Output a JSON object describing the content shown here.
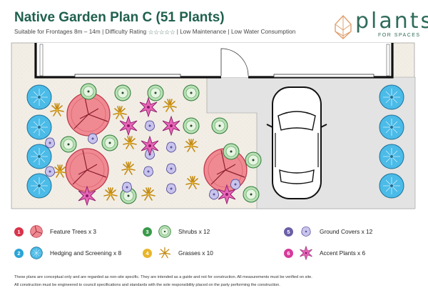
{
  "header": {
    "title": "Native Garden Plan C (51 Plants)",
    "subtitle_left": "Suitable for Frontages 8m – 14m  |  Difficulty Rating",
    "difficulty_stars": "☆☆☆☆☆",
    "subtitle_right": "|  Low Maintenance  |  Low Water Consumption"
  },
  "logo": {
    "word": "plants",
    "sub": "FOR SPACES",
    "color": "#2f6b5b"
  },
  "legend": [
    {
      "number": "1",
      "label": "Feature Trees x 3",
      "color": "#d9334a",
      "icon": "feature-tree-icon"
    },
    {
      "number": "2",
      "label": "Hedging and Screening x 8",
      "color": "#2ba4d6",
      "icon": "hedging-icon"
    },
    {
      "number": "3",
      "label": "Shrubs x 12",
      "color": "#3a9a4a",
      "icon": "shrub-icon"
    },
    {
      "number": "4",
      "label": "Grasses x 10",
      "color": "#e8b52b",
      "icon": "grass-icon"
    },
    {
      "number": "5",
      "label": "Ground Covers x 12",
      "color": "#6b5fa8",
      "icon": "ground-cover-icon"
    },
    {
      "number": "6",
      "label": "Accent Plants x 6",
      "color": "#d63a9b",
      "icon": "accent-plant-icon"
    }
  ],
  "disclaimer": [
    "These plans are conceptual only and are regarded as non-site specific. They are intended as a guide and not for construction. All measurements must be verified on site.",
    "All construction must be engineered to council specifications and standards with the sole responsibility placed on the party performing the construction."
  ],
  "colors": {
    "tree": "#e8707a",
    "hedge": "#4bbbe8",
    "shrub": "#8dc98a",
    "grass": "#e8b52b",
    "groundcover": "#b2aee0",
    "accent": "#d63a9b",
    "garden_bed": "#f2eee6",
    "driveway": "#e3e3e3"
  }
}
